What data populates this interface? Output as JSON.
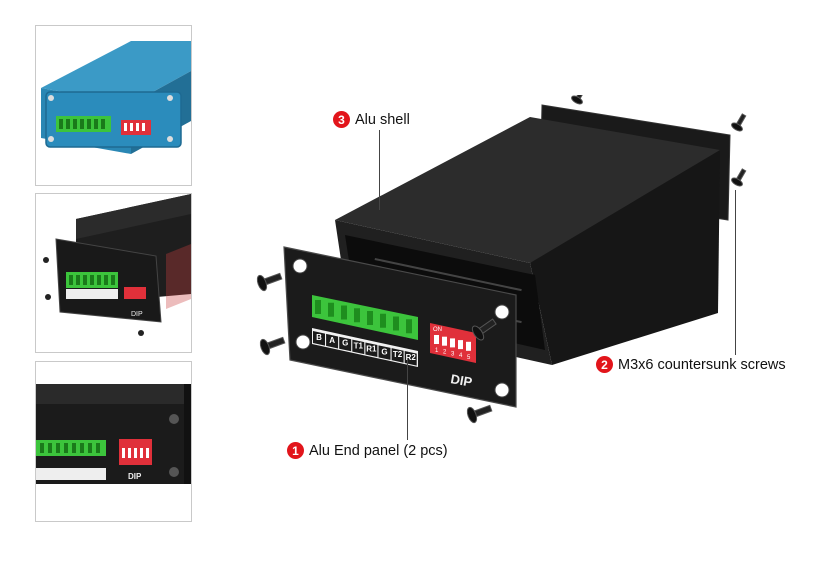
{
  "thumbnails": [
    {
      "name": "blue enclosure view"
    },
    {
      "name": "exploded end panel view"
    },
    {
      "name": "end panel close-up"
    }
  ],
  "terminal_labels": [
    "B",
    "A",
    "G",
    "T1",
    "R1",
    "G",
    "T2",
    "R2"
  ],
  "dip": {
    "label": "DIP",
    "on_text": "ON",
    "numbers": [
      "1",
      "2",
      "3",
      "4",
      "5"
    ]
  },
  "callouts": {
    "shell": {
      "num": "3",
      "text": "Alu shell"
    },
    "screws": {
      "num": "2",
      "text": "M3x6 countersunk screws"
    },
    "panel": {
      "num": "1",
      "text": "Alu End panel (2 pcs)"
    }
  },
  "colors": {
    "badge": "#e2151b",
    "terminal": "#3cc43c",
    "dip": "#e0303a",
    "body": "#1b1b1b",
    "blue_body": "#2a87b4"
  }
}
